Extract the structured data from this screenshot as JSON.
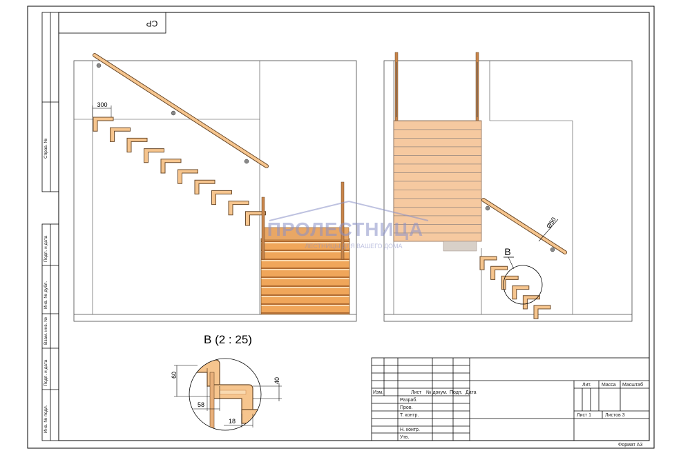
{
  "stamp": "СР",
  "dimensions": {
    "tread_width": "300",
    "handrail_diameter": "Ø50",
    "tread_thickness": "60",
    "riser_thickness": "40",
    "tread_overhang": "58",
    "gap": "18"
  },
  "callout": {
    "letter": "B",
    "detail_title": "B (2 : 25)"
  },
  "watermark": {
    "brand": "ПРОЛЕСТНИЦА",
    "tagline": "ЛЕСТНИЦЫ ДЛЯ ВАШЕГО ДОМА"
  },
  "side_column": {
    "sprav": "Справ. №",
    "podp1": "Подп. и дата",
    "inv_dubl": "Инв. № дубл.",
    "vzam": "Взам. инв. №",
    "podp2": "Подп. и дата",
    "inv_podl": "Инв. № подл."
  },
  "title_block": {
    "izm": "Изм.",
    "list": "Лист",
    "doc_no": "№ докум.",
    "podp": "Подп.",
    "data": "Дата",
    "razrab": "Разраб.",
    "prov": "Пров.",
    "t_kontr": "Т. контр.",
    "n_kontr": "Н. контр.",
    "utv": "Утв.",
    "lit": "Лит.",
    "massa": "Масса",
    "masshtab": "Масштаб",
    "sheet": "Лист 1",
    "sheets": "Листов 3"
  },
  "format": "Формат А3",
  "colors": {
    "wood": "#f6c58e",
    "wood_dark": "#c8844a",
    "wood_edge": "#6b4a2a",
    "watermark": "#8a91c8"
  }
}
